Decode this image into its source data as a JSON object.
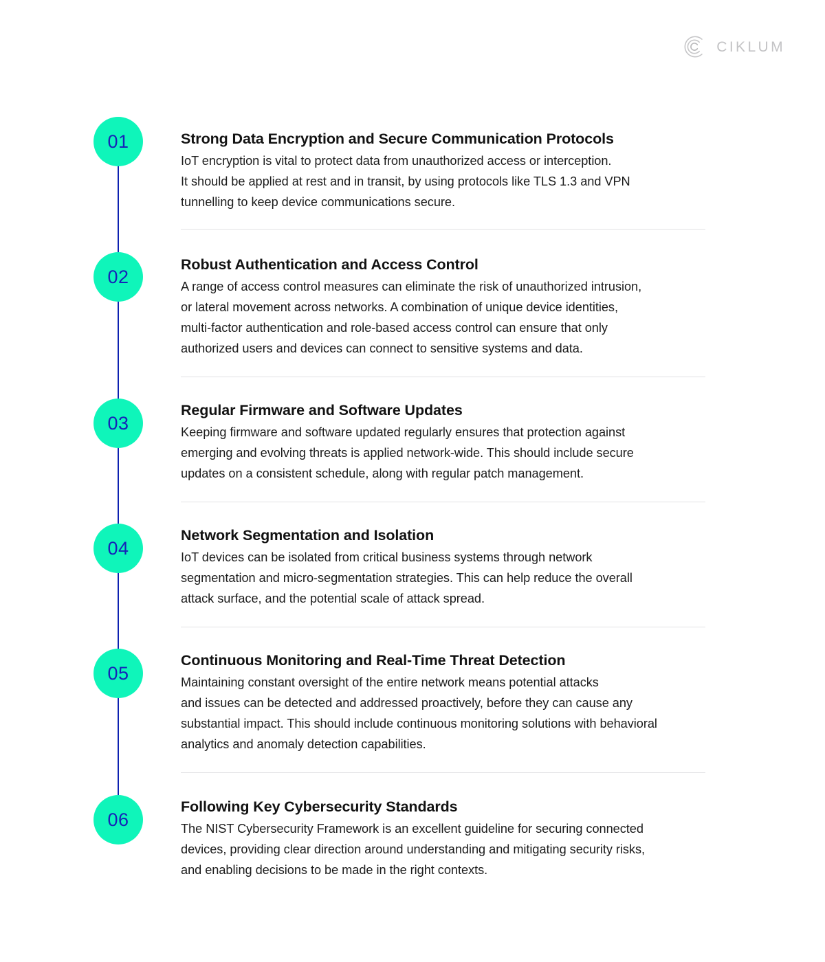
{
  "brand": {
    "name": "CIKLUM",
    "logo_icon": "ciklum-concentric-arcs-logo",
    "logo_color": "#c3c3c5"
  },
  "theme": {
    "background": "#ffffff",
    "marker_fill": "#0FF5BA",
    "marker_text": "#1622B8",
    "connector_line": "#0D21B0",
    "divider": "#E1E1E3",
    "title_text": "#121212",
    "body_text": "#1c1c1c"
  },
  "timeline": {
    "items": [
      {
        "number": "01",
        "title": "Strong Data Encryption and Secure Communication Protocols",
        "body": "IoT encryption is vital to protect data from unauthorized access or interception. It should be applied at rest and in transit, by using protocols like TLS 1.3 and VPN tunnelling to keep device communications secure.",
        "lines": [
          "IoT encryption is vital to protect data from unauthorized access or interception.",
          "It should be applied at rest and in transit, by using protocols like TLS 1.3 and VPN",
          "tunnelling to keep device communications secure."
        ]
      },
      {
        "number": "02",
        "title": "Robust Authentication and Access Control",
        "body": "A range of access control measures can eliminate the risk of unauthorized intrusion, or lateral movement across networks. A combination of unique device identities, multi-factor authentication and role-based access control can ensure that only authorized users and devices can connect to sensitive systems and data.",
        "lines": [
          "A range of access control measures can eliminate the risk of unauthorized intrusion,",
          "or lateral movement across networks. A combination of unique device identities,",
          "multi-factor authentication and role-based access control can ensure that only",
          "authorized users and devices can connect to sensitive systems and data."
        ]
      },
      {
        "number": "03",
        "title": "Regular Firmware and Software Updates",
        "body": "Keeping firmware and software updated regularly ensures that protection against emerging and evolving threats is applied network-wide. This should include secure updates on a consistent schedule, along with regular patch management.",
        "lines": [
          "Keeping firmware and software updated regularly ensures that protection against",
          "emerging and evolving threats is applied network-wide. This should include secure",
          "updates on a consistent schedule, along with regular patch management."
        ]
      },
      {
        "number": "04",
        "title": "Network Segmentation and Isolation",
        "body": "IoT devices can be isolated from critical business systems through network segmentation and micro-segmentation strategies. This can help reduce the overall attack surface, and the potential scale of attack spread.",
        "lines": [
          "IoT devices can be isolated from critical business systems through network",
          "segmentation and micro-segmentation strategies. This can help reduce the overall",
          "attack surface, and the potential scale of attack spread."
        ]
      },
      {
        "number": "05",
        "title": "Continuous Monitoring and Real-Time Threat Detection",
        "body": "Maintaining constant oversight of the entire network means potential attacks and issues can be detected and addressed proactively, before they can cause any substantial impact. This should include continuous monitoring solutions with behavioral analytics and anomaly detection capabilities.",
        "lines": [
          "Maintaining constant oversight of the entire network means potential attacks",
          "and issues can be detected and addressed proactively, before they can cause any",
          "substantial impact. This should include continuous monitoring solutions with behavioral",
          "analytics and anomaly detection capabilities."
        ]
      },
      {
        "number": "06",
        "title": "Following Key Cybersecurity Standards",
        "body": "The NIST Cybersecurity Framework is an excellent guideline for securing connected devices, providing clear direction around understanding and mitigating security risks, and enabling decisions to be made in the right contexts.",
        "lines": [
          "The NIST Cybersecurity Framework is an excellent guideline for securing connected",
          "devices, providing clear direction around understanding and mitigating security risks,",
          "and enabling decisions to be made in the right contexts."
        ]
      }
    ]
  }
}
